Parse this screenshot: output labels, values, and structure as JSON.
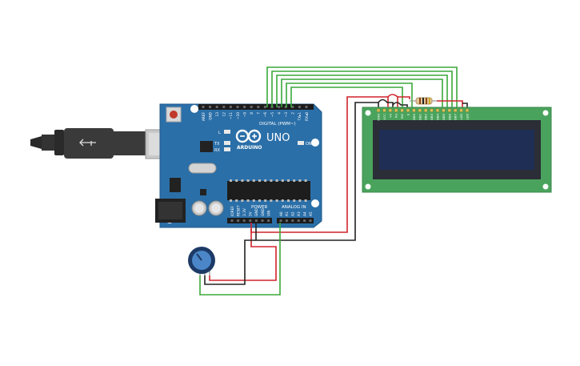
{
  "arduino": {
    "brand": "ARDUINO",
    "model": "UNO",
    "digital_label": "DIGITAL (PWM~)",
    "power_label": "POWER",
    "analog_label": "ANALOG IN",
    "tx_label": "TX",
    "rx_label": "RX",
    "l_label": "L",
    "on_label": "ON",
    "digital_pins": [
      "AREF",
      "GND",
      "13",
      "12",
      "~11",
      "~10",
      "~9",
      "8",
      "7",
      "~6",
      "~5",
      "4",
      "~3",
      "2",
      "TX▸1",
      "RX◂0"
    ],
    "power_pins": [
      "IOREF",
      "RESET",
      "3.3V",
      "5V",
      "GND",
      "GND",
      "VIN"
    ],
    "analog_pins": [
      "A0",
      "A1",
      "A2",
      "A3",
      "A4",
      "A5"
    ]
  },
  "lcd": {
    "pins": [
      "GND",
      "VCC",
      "V0",
      "RS",
      "RW",
      "E",
      "DB0",
      "DB1",
      "DB2",
      "DB3",
      "DB4",
      "DB5",
      "DB6",
      "DB7",
      "LED",
      "LED"
    ]
  },
  "colors": {
    "board": "#2b6fa8",
    "wire_green": "#3aa83a",
    "wire_red": "#d0242b",
    "wire_black": "#222222",
    "lcd_pcb": "#4aa35c",
    "lcd_screen": "#1e2e55"
  }
}
